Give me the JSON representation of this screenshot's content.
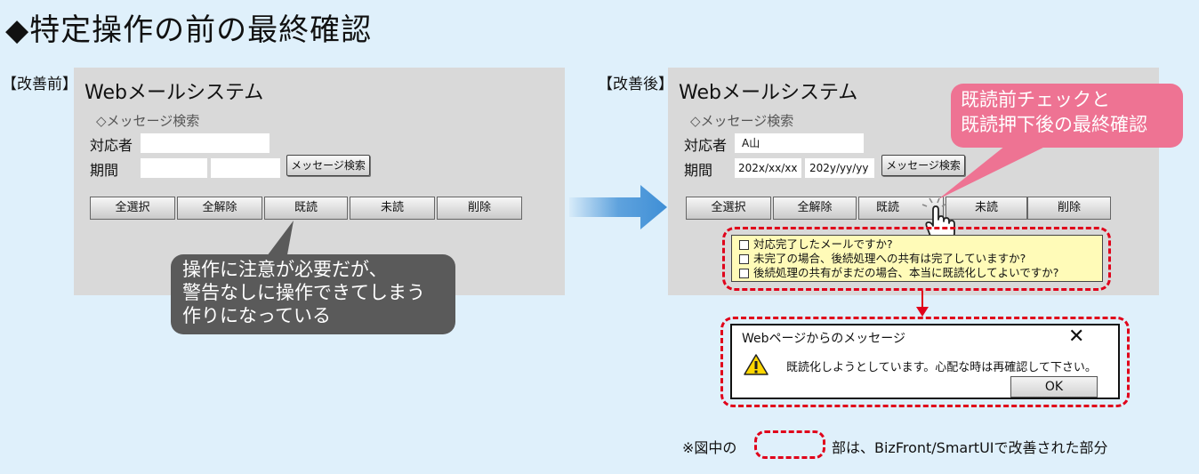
{
  "title": "◆特定操作の前の最終確認",
  "before": {
    "tag": "【改善前】",
    "window_title": "Webメールシステム",
    "section": "◇メッセージ検索",
    "assignee_label": "対応者",
    "assignee_value": "",
    "period_label": "期間",
    "period_from": "",
    "period_to": "",
    "search_button": "メッセージ検索",
    "buttons": [
      "全選択",
      "全解除",
      "既読",
      "未読",
      "削除"
    ],
    "callout_lines": [
      "操作に注意が必要だが、",
      "警告なしに操作できてしまう",
      "作りになっている"
    ]
  },
  "after": {
    "tag": "【改善後】",
    "window_title": "Webメールシステム",
    "section": "◇メッセージ検索",
    "assignee_label": "対応者",
    "assignee_value": "A山",
    "period_label": "期間",
    "period_from": "202x/xx/xx",
    "period_to": "202y/yy/yy",
    "search_button": "メッセージ検索",
    "buttons": [
      "全選択",
      "全解除",
      "既読",
      "未読",
      "削除"
    ],
    "callout_lines": [
      "既読前チェックと",
      "既読押下後の最終確認"
    ],
    "checklist": [
      "対応完了したメールですか?",
      "未完了の場合、後続処理への共有は完了していますか?",
      "後続処理の共有がまだの場合、本当に既読化してよいですか?"
    ],
    "dialog": {
      "title": "Webページからのメッセージ",
      "close": "✕",
      "message": "既読化しようとしています。心配な時は再確認して下さい。",
      "ok": "OK"
    }
  },
  "note": {
    "prefix": "※図中の",
    "suffix": "部は、BizFront/SmartUIで改善された部分"
  },
  "colors": {
    "background": "#dff0fb",
    "window": "#d9d9d9",
    "dark_callout": "#5a5a5a",
    "pink_callout": "#ee7393",
    "arrow": "#3f8fd6",
    "dashed_red": "#e0001a",
    "checklist_bg": "#fffbb8"
  }
}
